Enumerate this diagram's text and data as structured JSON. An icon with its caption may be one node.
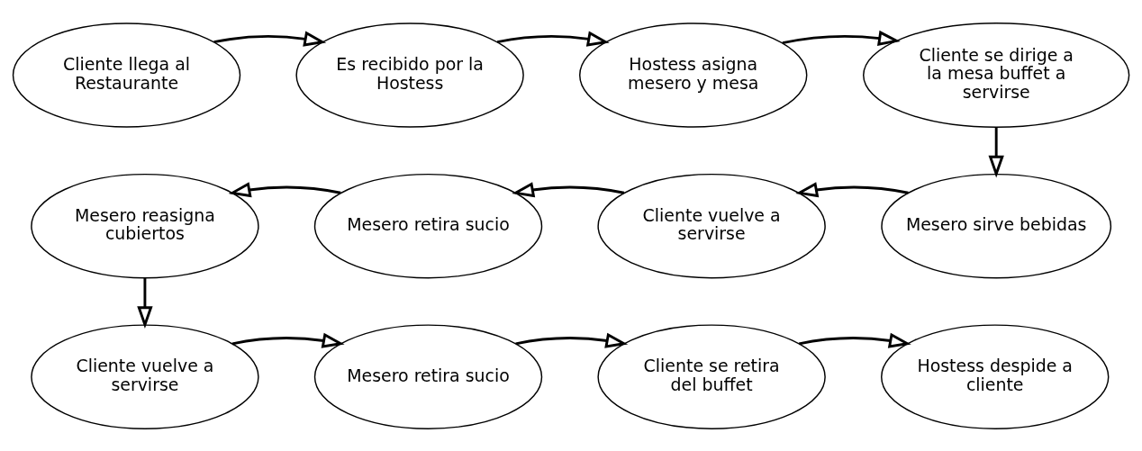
{
  "diagram": {
    "nodes": [
      {
        "text": [
          "Cliente llega al Restaurante"
        ]
      },
      {
        "text": [
          "Es recibido por la Hostess"
        ]
      },
      {
        "text": [
          "Hostess asigna mesero y mesa"
        ]
      },
      {
        "text": [
          "Cliente se dirige a la mesa buffet a servirse"
        ]
      },
      {
        "text": [
          "Mesero sirve bebidas"
        ]
      },
      {
        "text": [
          "Cliente vuelve a servirse"
        ]
      },
      {
        "text": [
          "Mesero retira sucio"
        ]
      },
      {
        "text": [
          "Mesero reasigna cubiertos"
        ]
      },
      {
        "text": [
          "Cliente vuelve a servirse"
        ]
      },
      {
        "text": [
          "Mesero retira sucio"
        ]
      },
      {
        "text": [
          "Cliente se retira del buffet"
        ]
      },
      {
        "text": [
          "Hostess despide a cliente"
        ]
      }
    ],
    "edges": [
      {
        "from": 0,
        "to": 1,
        "arrow": "to"
      },
      {
        "from": 1,
        "to": 2,
        "arrow": "to"
      },
      {
        "from": 2,
        "to": 3,
        "arrow": "to"
      },
      {
        "from": 3,
        "to": 4,
        "arrow": "to"
      },
      {
        "from": 4,
        "to": 5,
        "arrow": "to"
      },
      {
        "from": 5,
        "to": 6,
        "arrow": "to"
      },
      {
        "from": 6,
        "to": 7,
        "arrow": "to"
      },
      {
        "from": 7,
        "to": 8,
        "arrow": "to"
      },
      {
        "from": 8,
        "to": 9,
        "arrow": "to"
      },
      {
        "from": 9,
        "to": 10,
        "arrow": "to"
      },
      {
        "from": 10,
        "to": 11,
        "arrow": "to"
      }
    ]
  }
}
